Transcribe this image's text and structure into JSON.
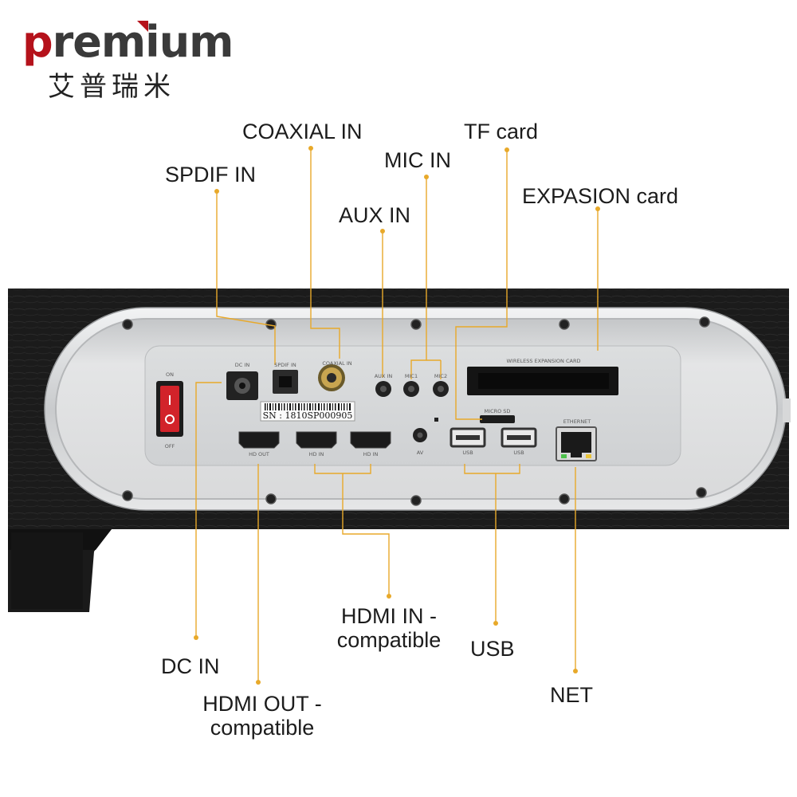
{
  "brand": {
    "logo_text": "premium",
    "chinese_name": "艾普瑞米",
    "accent_color": "#b5121b"
  },
  "callouts": {
    "coaxial_in": "COAXIAL IN",
    "tf_card": "TF card",
    "mic_in": "MIC IN",
    "spdif_in": "SPDIF IN",
    "expansion_card": "EXPASION card",
    "aux_in": "AUX IN",
    "hdmi_in_line1": "HDMI IN -",
    "hdmi_in_line2": "compatible",
    "usb": "USB",
    "dc_in": "DC IN",
    "net": "NET",
    "hdmi_out_line1": "HDMI OUT -",
    "hdmi_out_line2": "compatible"
  },
  "panel_labels": {
    "dc_in": "DC IN",
    "spdif_in": "SPDIF IN",
    "coaxial_in": "COAXIAL IN",
    "aux_in": "AUX IN",
    "mic1": "MIC1",
    "mic2": "MIC2",
    "wireless_expansion_card": "WIRELESS EXPANSION CARD",
    "serial_number": "SN : 1810SP000905",
    "micro_sd": "MICRO SD",
    "ethernet": "ETHERNET",
    "hdmi_out": "HD OUT",
    "hd_in": "HD IN",
    "hd_in_2": "HD IN",
    "av": "AV",
    "usb_1": "USB",
    "usb_2": "USB",
    "power_on": "ON",
    "power_off": "OFF"
  },
  "colors": {
    "leader_line": "#e8a92a",
    "panel_silver": "#d6d8da",
    "cabinet_black": "#1d1d1d",
    "power_switch": "#d2232a"
  }
}
